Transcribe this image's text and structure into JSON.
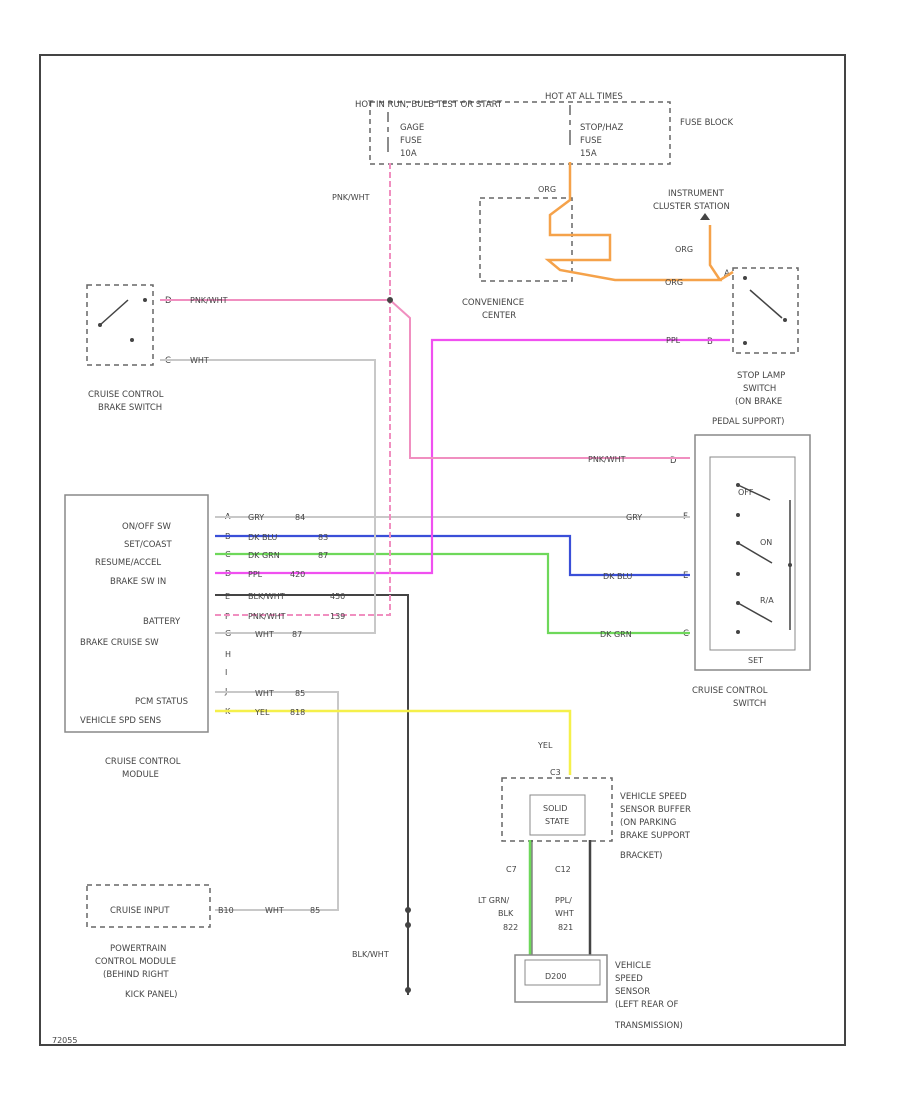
{
  "diagram_id": "72055",
  "fuse_block": {
    "label": "FUSE BLOCK",
    "hot_in_run": "HOT IN RUN, BULB TEST OR START",
    "hot_at_all_times": "HOT AT ALL TIMES",
    "gage_fuse": [
      "GAGE",
      "FUSE",
      "10A"
    ],
    "stop_haz_fuse": [
      "STOP/HAZ",
      "FUSE",
      "15A"
    ]
  },
  "convenience_center": [
    "CONVENIENCE",
    "CENTER"
  ],
  "instrument_cluster_station": [
    "INSTRUMENT",
    "CLUSTER STATION"
  ],
  "brake_switch": {
    "label": [
      "CRUISE CONTROL",
      "BRAKE SWITCH"
    ],
    "pin_d": "D",
    "pin_c": "C"
  },
  "stop_lamp_switch": {
    "label": [
      "STOP LAMP",
      "SWITCH",
      "(ON BRAKE",
      "PEDAL SUPPORT)"
    ],
    "pin_a": "A",
    "pin_b": "B"
  },
  "cruise_control_switch": {
    "label": [
      "CRUISE CONTROL",
      "SWITCH"
    ],
    "positions": [
      "OFF",
      "ON",
      "R/A",
      "SET"
    ],
    "pins": [
      "D",
      "F",
      "E",
      "C"
    ]
  },
  "module": {
    "label": [
      "CRUISE CONTROL",
      "MODULE"
    ],
    "functions": [
      "ON/OFF SW",
      "SET/COAST",
      "RESUME/ACCEL",
      "BRAKE SW IN",
      "BATTERY",
      "BRAKE CRUISE SW",
      "PCM STATUS",
      "VEHICLE SPD SENS"
    ],
    "pins": [
      "A",
      "B",
      "C",
      "D",
      "E",
      "F",
      "G",
      "H",
      "I",
      "J",
      "K"
    ],
    "circuits": [
      "84",
      "83",
      "87",
      "420",
      "450",
      "139",
      "87",
      "85",
      "818"
    ]
  },
  "vss_buffer": {
    "label": [
      "VEHICLE SPEED",
      "SENSOR BUFFER",
      "(ON PARKING",
      "BRAKE SUPPORT",
      "BRACKET)"
    ],
    "inner": [
      "SOLID",
      "STATE"
    ],
    "top_pin": "C3",
    "bottom_pins": [
      "C7",
      "C12"
    ]
  },
  "vss": {
    "label": [
      "VEHICLE",
      "SPEED",
      "SENSOR",
      "(LEFT REAR OF",
      "TRANSMISSION)"
    ],
    "inner": "D200",
    "wire_left": [
      "LT GRN/",
      "BLK",
      "822"
    ],
    "wire_right": [
      "PPL/",
      "WHT",
      "821"
    ]
  },
  "pcm": {
    "label": [
      "POWERTRAIN",
      "CONTROL MODULE",
      "(BEHIND RIGHT",
      "KICK PANEL)"
    ],
    "inner": "CRUISE INPUT",
    "pin": "B10",
    "wire": "WHT",
    "circuit": "85"
  },
  "wire_labels": {
    "pnk_wht": "PNK/WHT",
    "wht": "WHT",
    "org": "ORG",
    "gry": "GRY",
    "dk_blu": "DK BLU",
    "dk_grn": "DK GRN",
    "ppl": "PPL",
    "blk_wht": "BLK/WHT",
    "yel": "YEL",
    "wht_module": "WHT"
  },
  "colors": {
    "pink": "#f08fc0",
    "orange": "#f5a24a",
    "magenta": "#f050f0",
    "blue": "#3a4fd8",
    "green": "#6ed85a",
    "yellow": "#f5f04a",
    "gray": "#b0b0b0",
    "dark": "#444444"
  }
}
